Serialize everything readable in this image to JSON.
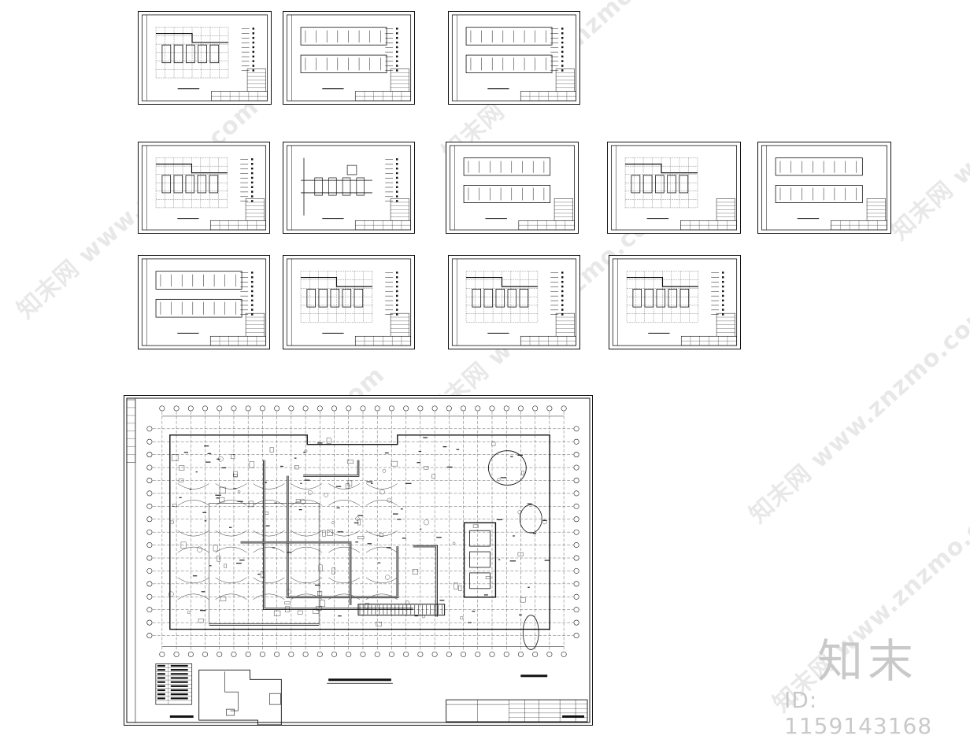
{
  "watermark": {
    "text": "知末网 www.znzmo.com",
    "instances": [
      {
        "left": "10",
        "top": "380"
      },
      {
        "left": "170",
        "top": "720"
      },
      {
        "left": "530",
        "top": "510"
      },
      {
        "left": "940",
        "top": "640"
      },
      {
        "left": "1120",
        "top": "280"
      },
      {
        "left": "550",
        "top": "180"
      },
      {
        "left": "970",
        "top": "880"
      }
    ]
  },
  "brand": {
    "logo_text": "知末",
    "id_text": "ID: 1159143168"
  },
  "colors": {
    "line": "#111111",
    "paper": "#ffffff",
    "watermark": "#c9c9c9"
  }
}
